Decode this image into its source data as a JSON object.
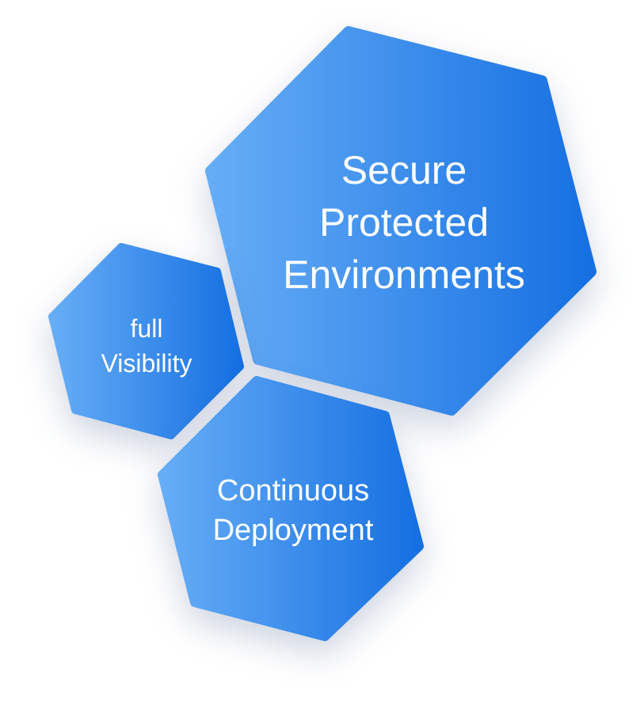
{
  "colors": {
    "gradient_start": "#66adf6",
    "gradient_end": "#1670e2",
    "text": "#ffffff"
  },
  "hexagons": [
    {
      "id": "secure",
      "lines": [
        "Secure",
        "Protected",
        "Environments"
      ]
    },
    {
      "id": "visibility",
      "lines": [
        "full",
        "Visibility"
      ]
    },
    {
      "id": "deployment",
      "lines": [
        "Continuous",
        "Deployment"
      ]
    }
  ]
}
